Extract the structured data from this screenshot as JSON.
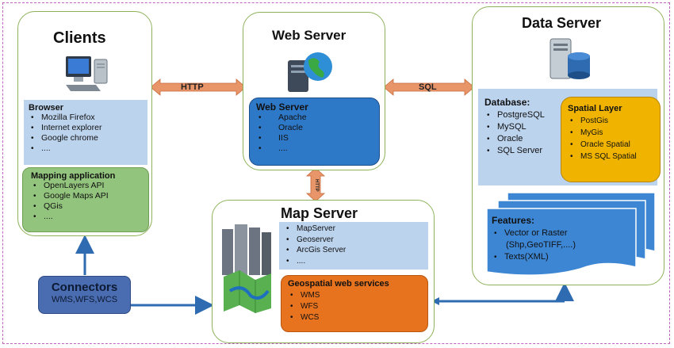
{
  "clients": {
    "title": "Clients",
    "browser": {
      "header": "Browser",
      "items": [
        "Mozilla Firefox",
        "Internet explorer",
        "Google chrome",
        "...."
      ]
    },
    "mapping": {
      "header": "Mapping application",
      "items": [
        "OpenLayers API",
        "Google Maps API",
        "QGis",
        "...."
      ]
    }
  },
  "web_server": {
    "title": "Web Server",
    "box_header": "Web Server",
    "items": [
      "Apache",
      "Oracle",
      "IIS",
      "...."
    ]
  },
  "data_server": {
    "title": "Data Server",
    "database": {
      "header": "Database:",
      "items": [
        "PostgreSQL",
        "MySQL",
        "Oracle",
        "SQL Server"
      ]
    },
    "spatial": {
      "header": "Spatial Layer",
      "items": [
        "PostGis",
        "MyGis",
        "Oracle Spatial",
        "MS SQL Spatial"
      ]
    },
    "features": {
      "header": "Features:",
      "items": [
        "Vector or Raster",
        "(Shp,GeoTIFF,....)",
        "Texts(XML)"
      ]
    }
  },
  "map_server": {
    "title": "Map Server",
    "items": [
      "MapServer",
      "Geoserver",
      "ArcGis Server",
      "...."
    ],
    "geo": {
      "header": "Geospatial web services",
      "items": [
        "WMS",
        "WFS",
        "WCS"
      ]
    }
  },
  "connectors": {
    "title": "Connectors",
    "subtitle": "WMS,WFS,WCS"
  },
  "arrows": {
    "http": "HTTP",
    "sql": "SQL",
    "vertical": "HTTP"
  },
  "colors": {
    "panel_border": "#8db25a",
    "light_blue": "#bcd3ee",
    "green": "#93c47d",
    "web_blue": "#2e78c8",
    "orange": "#e8731e",
    "yellow": "#f0b400",
    "connectors": "#4a6cb0",
    "arrow_orange": "#e9956a",
    "arrow_blue": "#2e6bb0"
  }
}
